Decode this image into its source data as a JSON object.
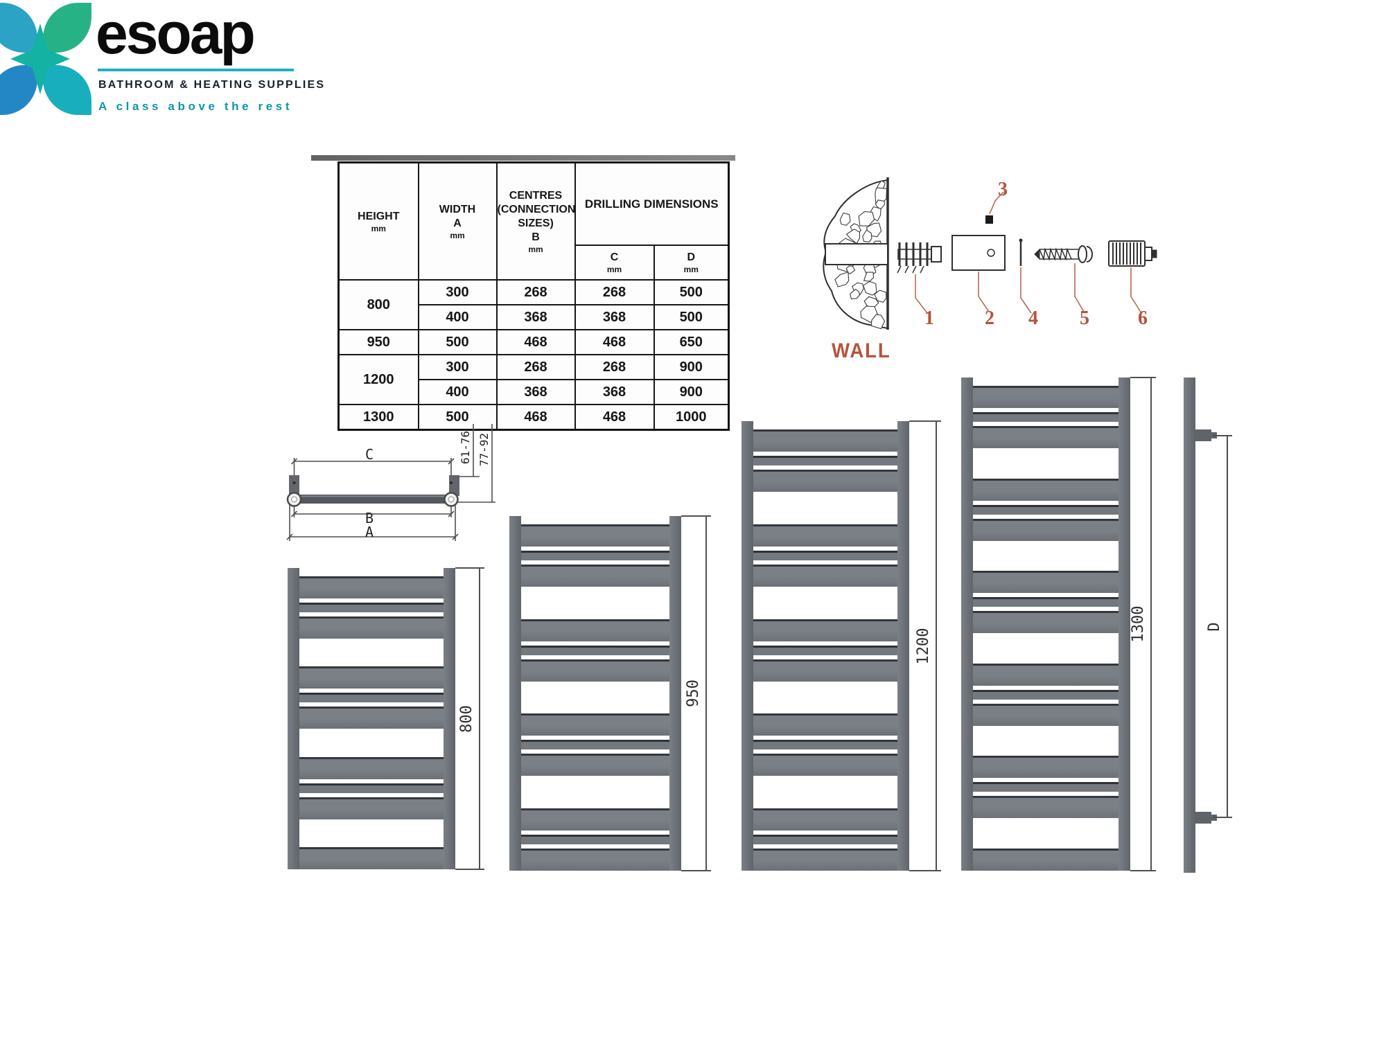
{
  "brand": {
    "name": "esoap",
    "tagline": "BATHROOM & HEATING SUPPLIES",
    "slogan": "A class above the rest",
    "accent_color": "#1fb0c2",
    "slogan_color": "#1095a8"
  },
  "spec_table": {
    "header": {
      "height_main": "HEIGHT",
      "height_sub": "mm",
      "width_main": "WIDTH\nA",
      "width_sub": "mm",
      "centres_main": "CENTRES\n(CONNECTION\nSIZES)\nB",
      "centres_sub": "mm",
      "drilling": "DRILLING DIMENSIONS",
      "c_main": "C",
      "c_sub": "mm",
      "d_main": "D",
      "d_sub": "mm"
    },
    "rows": [
      {
        "height": "800",
        "rowspan": 2,
        "width_a": "300",
        "centres_b": "268",
        "c": "268",
        "d": "500"
      },
      {
        "width_a": "400",
        "centres_b": "368",
        "c": "368",
        "d": "500"
      },
      {
        "height": "950",
        "rowspan": 1,
        "width_a": "500",
        "centres_b": "468",
        "c": "468",
        "d": "650"
      },
      {
        "height": "1200",
        "rowspan": 2,
        "width_a": "300",
        "centres_b": "268",
        "c": "268",
        "d": "900"
      },
      {
        "width_a": "400",
        "centres_b": "368",
        "c": "368",
        "d": "900"
      },
      {
        "height": "1300",
        "rowspan": 1,
        "width_a": "500",
        "centres_b": "468",
        "c": "468",
        "d": "1000"
      }
    ]
  },
  "fixing_kit": {
    "wall_label": "WALL",
    "parts": [
      "1",
      "2",
      "3",
      "4",
      "5",
      "6"
    ],
    "accent_color": "#b5543c"
  },
  "top_view": {
    "c_label": "C",
    "b_label": "B",
    "a_label": "A",
    "offset_top": "61-76",
    "offset_bottom": "77-92"
  },
  "radiators": [
    {
      "height_label": "800"
    },
    {
      "height_label": "950"
    },
    {
      "height_label": "1200"
    },
    {
      "height_label": "1300"
    }
  ],
  "side_view": {
    "depth_label": "D"
  }
}
